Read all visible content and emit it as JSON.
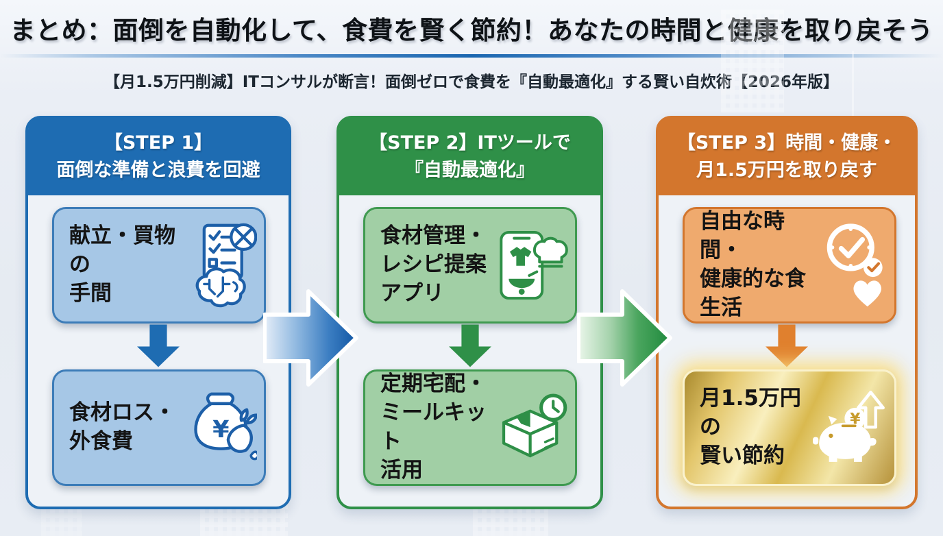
{
  "header": {
    "title": "まとめ：面倒を自動化して、食費を賢く節約！あなたの時間と健康を取り戻そう",
    "subtitle": "【月1.5万円削減】ITコンサルが断言！面倒ゼロで食費を『自動最適化』する賢い自炊術【2026年版】"
  },
  "steps": [
    {
      "header": "【STEP 1】\n面倒な準備と浪費を回避",
      "accent_color": "#1e6cb2",
      "card_bg_color": "#a6c7e6",
      "cards": [
        {
          "label": "献立・買物の\n手間",
          "icon": "checklist-brain-icon"
        },
        {
          "label": "食材ロス・\n外食費",
          "icon": "money-bag-carrot-icon"
        }
      ]
    },
    {
      "header": "【STEP 2】ITツールで\n『自動最適化』",
      "accent_color": "#2f9048",
      "card_bg_color": "#a1cfa5",
      "cards": [
        {
          "label": "食材管理・\nレシピ提案\nアプリ",
          "icon": "recipe-app-phone-icon"
        },
        {
          "label": "定期宅配・\nミールキット\n活用",
          "icon": "delivery-box-clock-icon"
        }
      ]
    },
    {
      "header": "【STEP 3】時間・健康・\n月1.5万円を取り戻す",
      "accent_color": "#d3762d",
      "card_bg_color": "#efaa6e",
      "gold_color": "#d9b94f",
      "cards": [
        {
          "label": "自由な時間・\n健康的な食生活",
          "icon": "clock-check-heart-icon"
        },
        {
          "label": "月1.5万円の\n賢い節約",
          "icon": "piggy-bank-savings-icon"
        }
      ]
    }
  ],
  "flow": {
    "arrow_1_color": "#1e6cb2",
    "arrow_2_color": "#2f9048",
    "divider_color": "#1a66b0"
  }
}
